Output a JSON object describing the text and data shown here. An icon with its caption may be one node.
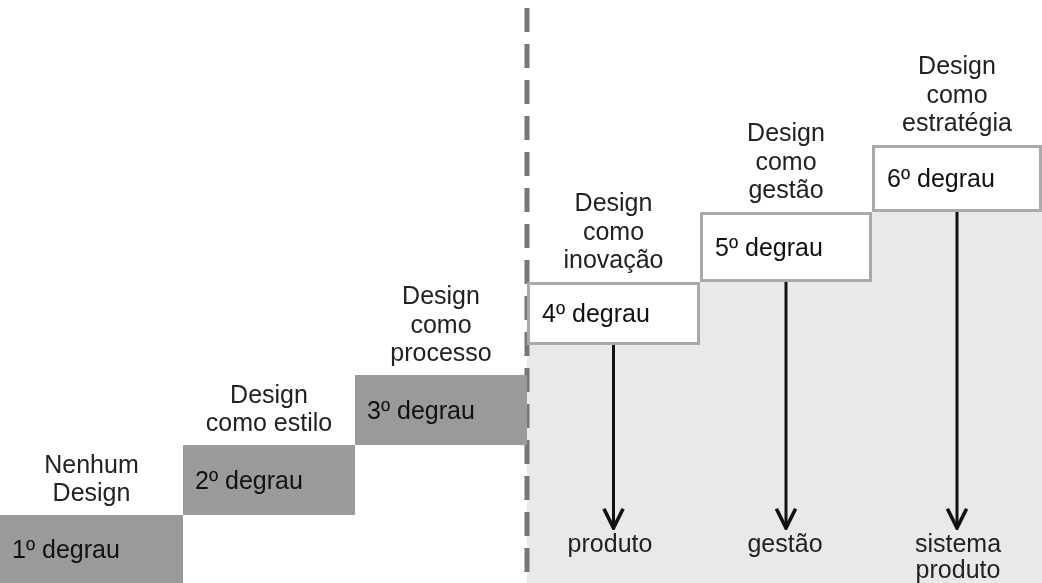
{
  "diagram": {
    "nodes": [
      {
        "text": [
          "Nenhum Design",
          "1º degrau"
        ]
      },
      {
        "text": [
          "Design como estilo",
          "2º degrau"
        ]
      },
      {
        "text": [
          "Design como processo",
          "3º degrau"
        ]
      },
      {
        "text": [
          "Design como inovação",
          "4º degrau"
        ]
      },
      {
        "text": [
          "Design como gestão",
          "5º degrau"
        ]
      },
      {
        "text": [
          "Design como estratégia",
          "6º degrau"
        ]
      },
      {
        "text": [
          "produto"
        ]
      },
      {
        "text": [
          "gestão"
        ]
      },
      {
        "text": [
          "sistema produto"
        ]
      }
    ],
    "edges": [
      {
        "from": 3,
        "to": 6,
        "arrow": "to"
      },
      {
        "from": 4,
        "to": 7,
        "arrow": "to"
      },
      {
        "from": 5,
        "to": 8,
        "arrow": "to"
      }
    ]
  }
}
